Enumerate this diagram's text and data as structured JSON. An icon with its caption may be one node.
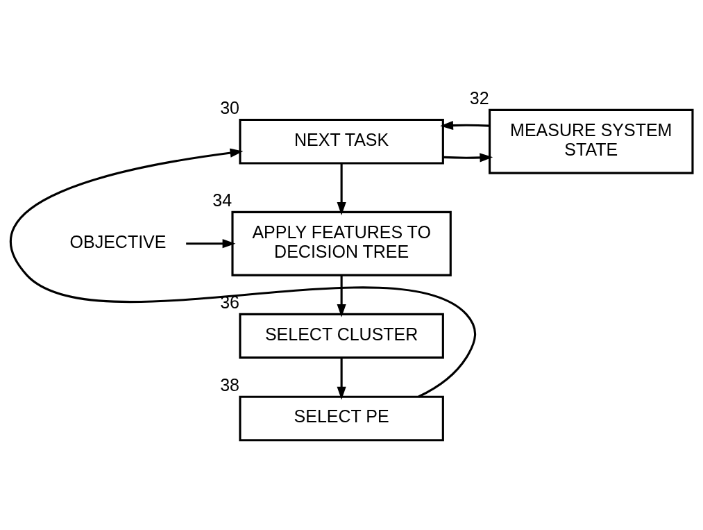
{
  "diagram": {
    "nodes": [
      {
        "text": [
          "NEXT TASK"
        ],
        "beside": [
          "30"
        ]
      },
      {
        "text": [
          "MEASURE SYSTEM STATE"
        ],
        "beside": [
          "32"
        ]
      },
      {
        "text": [
          "APPLY FEATURES TO DECISION TREE"
        ],
        "beside": [
          "34"
        ]
      },
      {
        "text": [
          "SELECT CLUSTER"
        ],
        "beside": [
          "36"
        ]
      },
      {
        "text": [
          "SELECT PE"
        ],
        "beside": [
          "38"
        ]
      },
      {
        "text": [
          "OBJECTIVE"
        ]
      }
    ],
    "edges": [
      {
        "from": 0,
        "to": 1,
        "arrow": "to"
      },
      {
        "from": 1,
        "to": 0,
        "arrow": "to"
      },
      {
        "from": 0,
        "to": 2,
        "arrow": "to"
      },
      {
        "from": 5,
        "to": 2,
        "arrow": "to"
      },
      {
        "from": 2,
        "to": 3,
        "arrow": "to"
      },
      {
        "from": 3,
        "to": 4,
        "arrow": "to"
      },
      {
        "from": 4,
        "to": 0,
        "arrow": "to"
      }
    ]
  }
}
